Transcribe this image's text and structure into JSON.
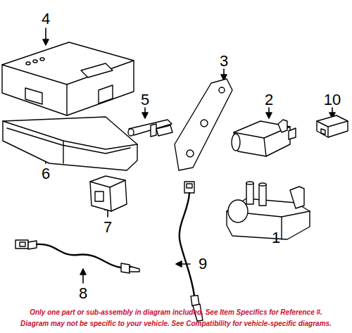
{
  "diagram": {
    "labels": [
      "4",
      "3",
      "5",
      "2",
      "10",
      "6",
      "7",
      "1",
      "9",
      "8",
      "Only one part or sub-assembly in diagram included. See Item Specifics for Reference #.",
      "Diagram may not be specific to your vehicle. See Compatibility for vehicle-specific diagrams."
    ]
  }
}
